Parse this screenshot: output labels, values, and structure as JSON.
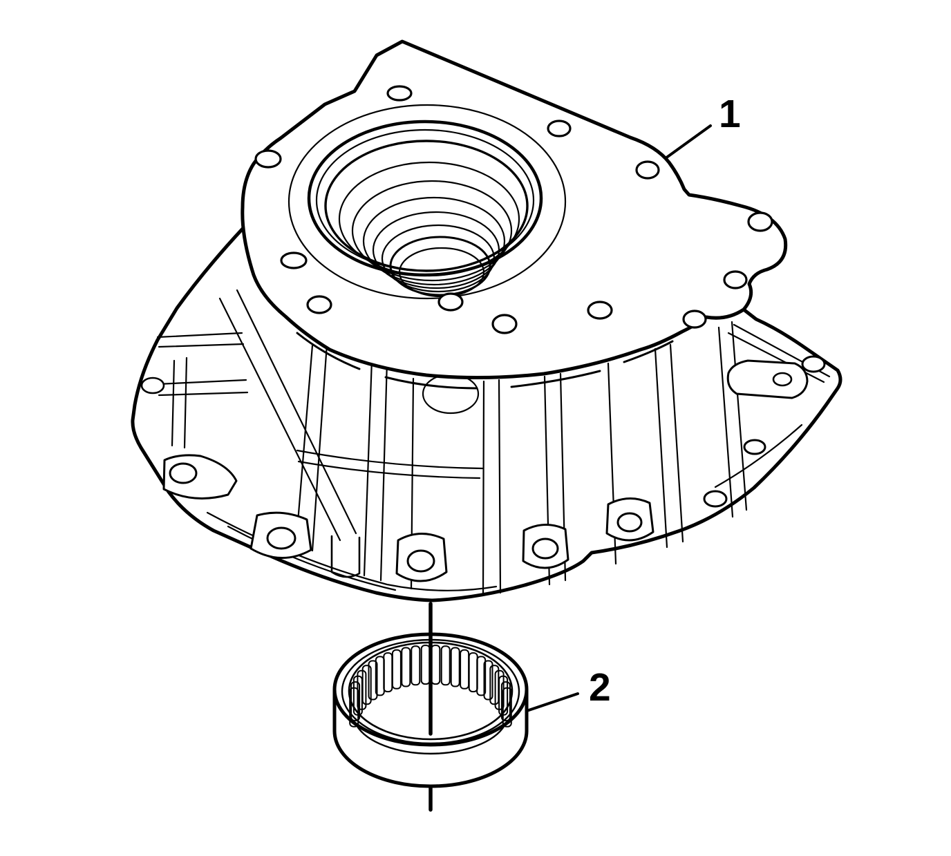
{
  "figure": {
    "type": "exploded-parts-line-drawing",
    "background_color": "#ffffff",
    "line_color": "#000000"
  },
  "callouts": [
    {
      "label": "1"
    },
    {
      "label": "2"
    }
  ],
  "bearing": {
    "roller_count": 24
  }
}
